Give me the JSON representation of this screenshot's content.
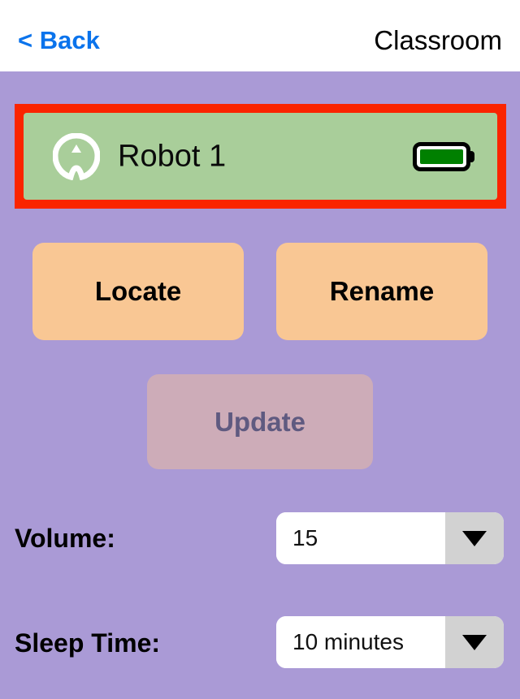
{
  "navbar": {
    "back_label": "< Back",
    "title": "Classroom",
    "back_color": "#0a73ec"
  },
  "robot_card": {
    "name": "Robot 1",
    "icon": "robot-direction-icon",
    "battery_icon": "battery-full-icon",
    "battery_level_percent": 100,
    "battery_fill_color": "#008000",
    "card_color": "#a9ce9a",
    "selected": true,
    "selection_outline_color": "#fa2400"
  },
  "actions": {
    "locate_label": "Locate",
    "rename_label": "Rename",
    "update_label": "Update",
    "update_enabled": false,
    "button_color": "#f9c794",
    "disabled_color": "#cdacb8"
  },
  "settings": [
    {
      "label": "Volume:",
      "value": "15",
      "arrow_icon": "chevron-down-icon"
    },
    {
      "label": "Sleep Time:",
      "value": "10 minutes",
      "arrow_icon": "chevron-down-icon"
    }
  ],
  "theme": {
    "background": "#aa9ad6",
    "navbar_background": "#ffffff"
  }
}
